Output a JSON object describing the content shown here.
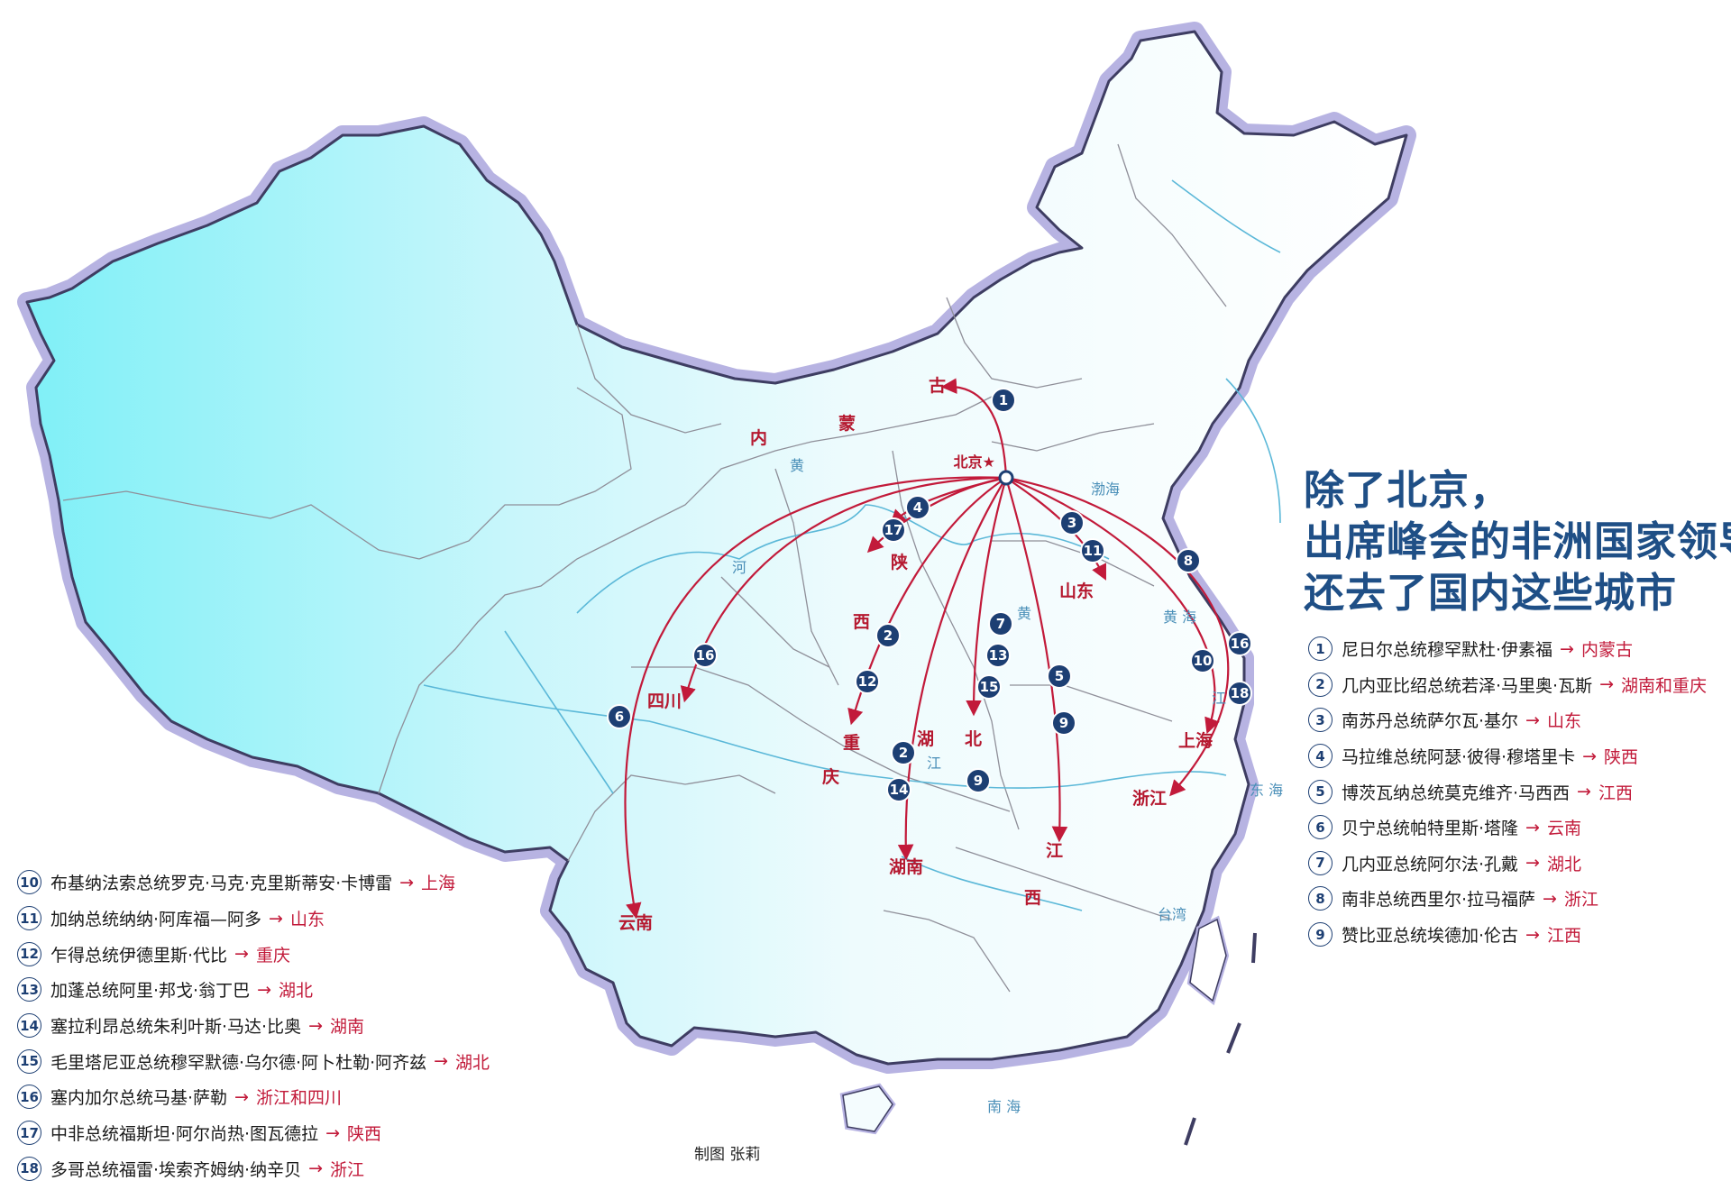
{
  "title": [
    "除了北京，",
    "出席峰会的非洲国家领导人",
    "还去了国内这些城市"
  ],
  "credit": "制图  张莉",
  "capital": "北京★",
  "province_labels": [
    {
      "id": "nei",
      "text": "内"
    },
    {
      "id": "meng",
      "text": "蒙"
    },
    {
      "id": "gu",
      "text": "古"
    },
    {
      "id": "shan",
      "text": "陕"
    },
    {
      "id": "xi1",
      "text": "西"
    },
    {
      "id": "sichuan",
      "text": "四川"
    },
    {
      "id": "chong",
      "text": "重"
    },
    {
      "id": "qing",
      "text": "庆"
    },
    {
      "id": "hu",
      "text": "湖"
    },
    {
      "id": "bei",
      "text": "北"
    },
    {
      "id": "shandong",
      "text": "山东"
    },
    {
      "id": "shanghai",
      "text": "上海"
    },
    {
      "id": "zhejiang",
      "text": "浙江"
    },
    {
      "id": "jiang",
      "text": "江"
    },
    {
      "id": "xi2",
      "text": "西"
    },
    {
      "id": "hunan",
      "text": "湖南"
    },
    {
      "id": "yunnan",
      "text": "云南"
    }
  ],
  "sea_labels": [
    {
      "id": "bohai",
      "text": "渤海"
    },
    {
      "id": "huanghai",
      "text": "黄 海"
    },
    {
      "id": "donghai",
      "text": "东 海"
    },
    {
      "id": "nanhai",
      "text": "南 海"
    },
    {
      "id": "taiwan",
      "text": "台湾"
    }
  ],
  "river_labels": [
    {
      "id": "huang1",
      "text": "黄"
    },
    {
      "id": "he",
      "text": "河"
    },
    {
      "id": "huang2",
      "text": "黄"
    },
    {
      "id": "jiang1",
      "text": "江"
    },
    {
      "id": "jiang2",
      "text": "江"
    }
  ],
  "legend_right": [
    {
      "num": "1",
      "leader": "尼日尔总统穆罕默杜·伊素福",
      "dest": "内蒙古"
    },
    {
      "num": "2",
      "leader": "几内亚比绍总统若泽·马里奥·瓦斯",
      "dest": "湖南和重庆"
    },
    {
      "num": "3",
      "leader": "南苏丹总统萨尔瓦·基尔",
      "dest": "山东"
    },
    {
      "num": "4",
      "leader": "马拉维总统阿瑟·彼得·穆塔里卡",
      "dest": "陕西"
    },
    {
      "num": "5",
      "leader": "博茨瓦纳总统莫克维齐·马西西",
      "dest": "江西"
    },
    {
      "num": "6",
      "leader": "贝宁总统帕特里斯·塔隆",
      "dest": "云南"
    },
    {
      "num": "7",
      "leader": "几内亚总统阿尔法·孔戴",
      "dest": "湖北"
    },
    {
      "num": "8",
      "leader": "南非总统西里尔·拉马福萨",
      "dest": "浙江"
    },
    {
      "num": "9",
      "leader": "赞比亚总统埃德加·伦古",
      "dest": "江西"
    }
  ],
  "legend_left": [
    {
      "num": "10",
      "leader": "布基纳法索总统罗克·马克·克里斯蒂安·卡博雷",
      "dest": "上海"
    },
    {
      "num": "11",
      "leader": "加纳总统纳纳·阿库福—阿多",
      "dest": "山东"
    },
    {
      "num": "12",
      "leader": "乍得总统伊德里斯·代比",
      "dest": "重庆"
    },
    {
      "num": "13",
      "leader": "加蓬总统阿里·邦戈·翁丁巴",
      "dest": "湖北"
    },
    {
      "num": "14",
      "leader": "塞拉利昂总统朱利叶斯·马达·比奥",
      "dest": "湖南"
    },
    {
      "num": "15",
      "leader": "毛里塔尼亚总统穆罕默德·乌尔德·阿卜杜勒·阿齐兹",
      "dest": "湖北"
    },
    {
      "num": "16",
      "leader": "塞内加尔总统马基·萨勒",
      "dest": "浙江和四川"
    },
    {
      "num": "17",
      "leader": "中非总统福斯坦·阿尔尚热·图瓦德拉",
      "dest": "陕西"
    },
    {
      "num": "18",
      "leader": "多哥总统福雷·埃索齐姆纳·纳辛贝",
      "dest": "浙江"
    }
  ],
  "arrow_symbol": "→",
  "route_markers": [
    "1",
    "4",
    "17",
    "3",
    "11",
    "8",
    "2",
    "12",
    "7",
    "13",
    "15",
    "5",
    "9",
    "16",
    "10",
    "18",
    "6",
    "2",
    "14"
  ],
  "colors": {
    "title": "#1f4f86",
    "route": "#c21a3a",
    "marker_fill": "#1d3f73",
    "land_west": "#7ff0f7",
    "land_east": "#f4fcfe",
    "border_glow": "#b7b3e2",
    "border": "#3e3d62"
  }
}
